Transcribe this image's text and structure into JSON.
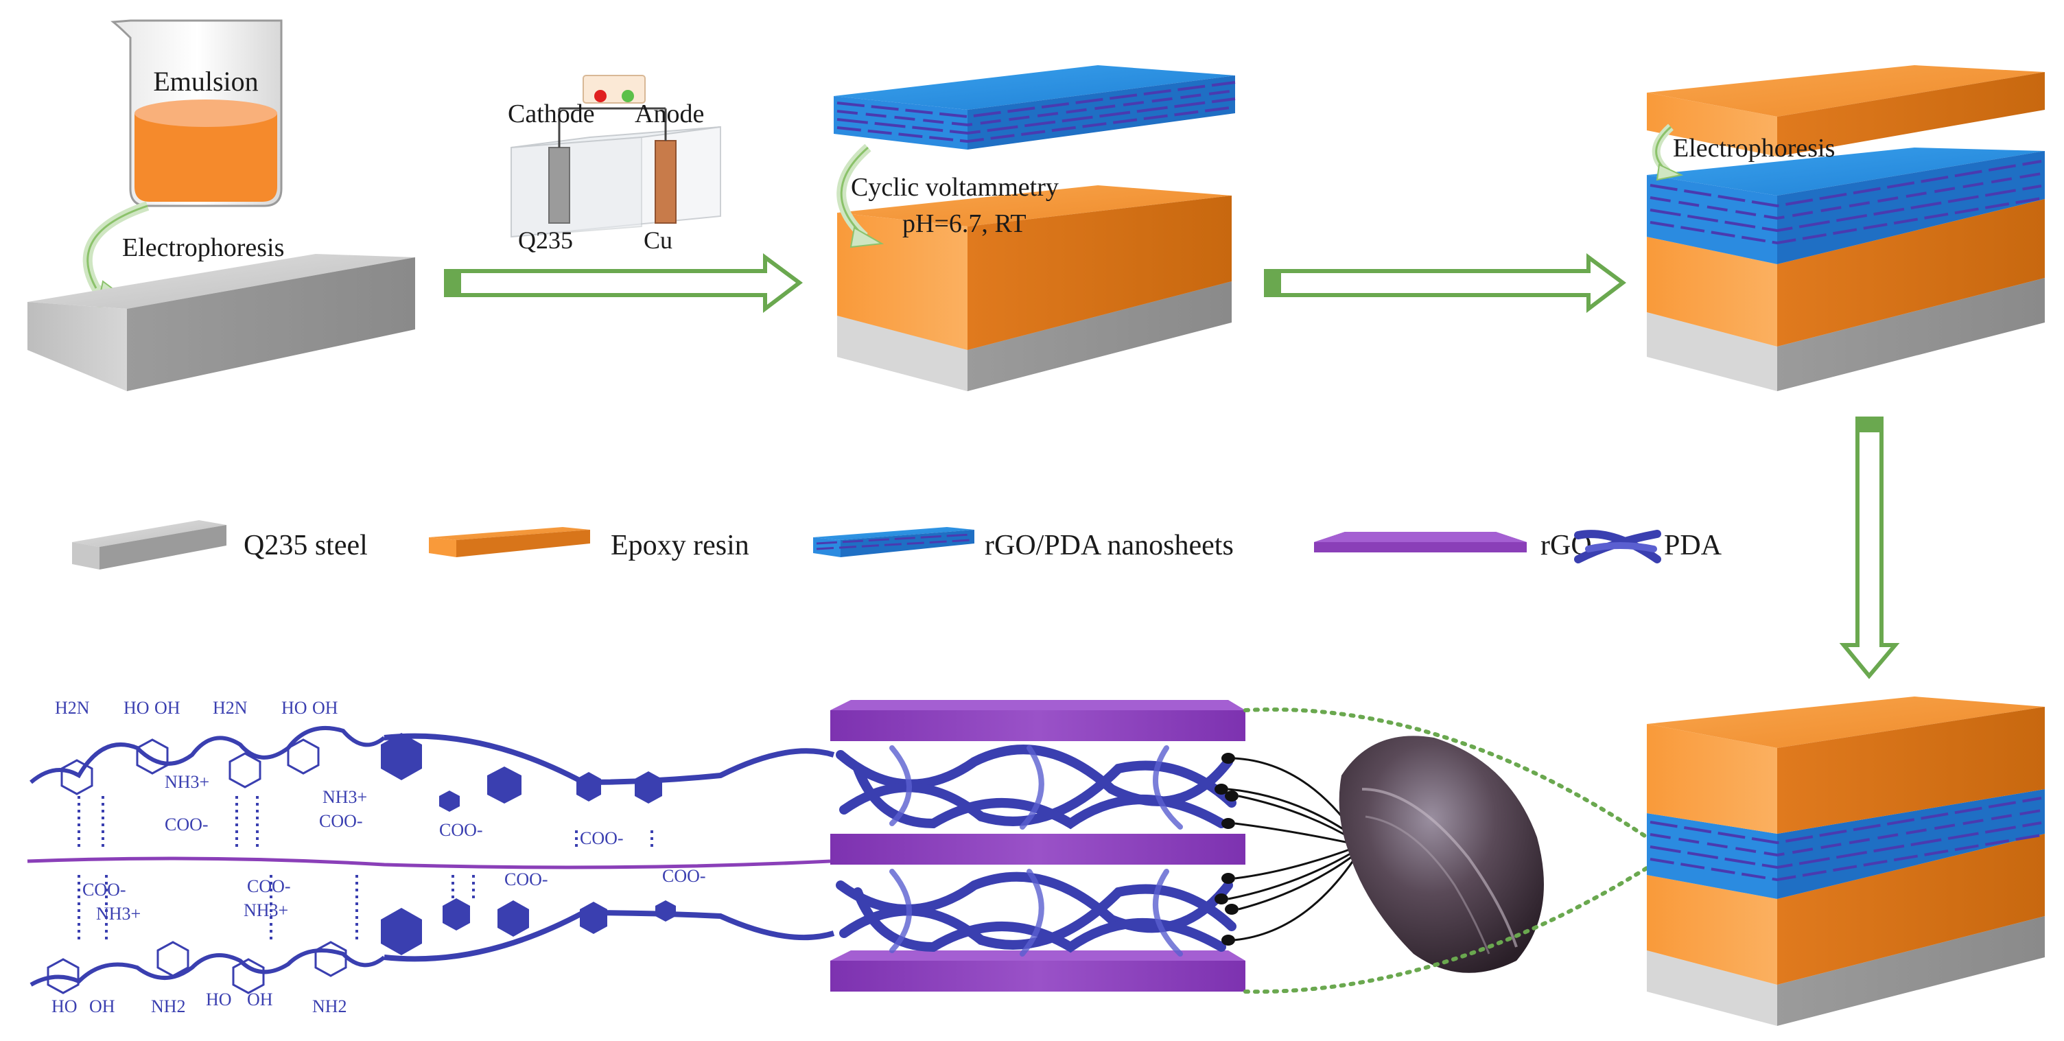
{
  "beaker": {
    "label": "Emulsion"
  },
  "steps": {
    "step1_label": "Electrophoresis",
    "step2_label": "Cyclic voltammetry",
    "step2_condition": "pH=6.7, RT",
    "step3_label": "Electrophoresis"
  },
  "cell": {
    "cathode_label": "Cathode",
    "anode_label": "Anode",
    "cathode_material": "Q235",
    "anode_material": "Cu"
  },
  "legend": [
    {
      "label": "Q235 steel",
      "icon": "steel-slab",
      "color": "#bdbdbd"
    },
    {
      "label": "Epoxy resin",
      "icon": "epoxy-slab",
      "color": "#f39a3a"
    },
    {
      "label": "rGO/PDA nanosheets",
      "icon": "nanosheet-slab",
      "color": "#2f8ee0"
    },
    {
      "label": "rGO",
      "icon": "rgo-slab",
      "color": "#8a3fb8"
    },
    {
      "label": "PDA",
      "icon": "pda-strands",
      "color": "#3a3fb0"
    }
  ],
  "chemistry": {
    "top_groups": [
      "H2N",
      "HO",
      "OH",
      "H2N",
      "HO",
      "OH",
      "NH3+",
      "NH3+"
    ],
    "mid_groups": [
      "COO-",
      "COO-",
      "COO-",
      "COO-",
      "COO-",
      "COO-",
      "COO-",
      "COO-"
    ],
    "bottom_groups": [
      "NH3+",
      "NH3+",
      "HO",
      "OH",
      "NH2",
      "HO",
      "OH",
      "NH2"
    ]
  },
  "colors": {
    "steel": "#c8c8c8",
    "epoxy": "#f7a040",
    "nanosheet": "#2f8ee0",
    "pda": "#3a3fb0",
    "rgo": "#8a3fb8",
    "arrow": "#6aa84f"
  }
}
